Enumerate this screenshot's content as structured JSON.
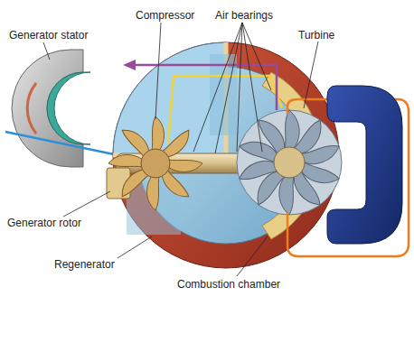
{
  "diagram": {
    "labels": [
      "Generator stator",
      "Compressor",
      "Air bearings",
      "Turbine",
      "Generator rotor",
      "Regenerator",
      "Combustion chamber"
    ]
  }
}
